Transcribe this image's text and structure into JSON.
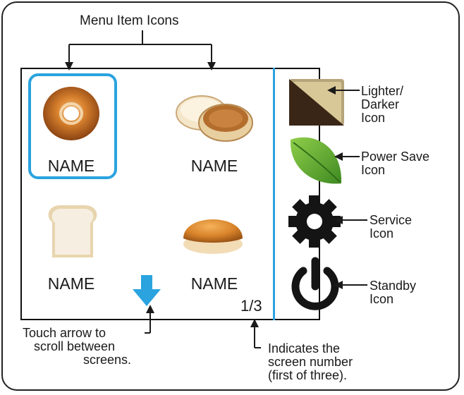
{
  "diagram": {
    "top_label": "Menu Item Icons",
    "menu_items": [
      {
        "name": "NAME",
        "food": "bagel",
        "selected": true
      },
      {
        "name": "NAME",
        "food": "english-muffin",
        "selected": false
      },
      {
        "name": "NAME",
        "food": "bread-slice",
        "selected": false
      },
      {
        "name": "NAME",
        "food": "bun",
        "selected": false
      }
    ],
    "page_indicator": "1/3",
    "right_icons": [
      {
        "icon": "toast-shade-icon",
        "label_lines": [
          "Lighter/",
          "Darker",
          "Icon"
        ]
      },
      {
        "icon": "leaf-icon",
        "label_lines": [
          "Power Save",
          "Icon"
        ]
      },
      {
        "icon": "gear-icon",
        "label_lines": [
          "Service",
          "Icon"
        ]
      },
      {
        "icon": "power-icon",
        "label_lines": [
          "Standby",
          "Icon"
        ]
      }
    ],
    "scroll_note_lines": [
      "Touch arrow to",
      "scroll between",
      "screens."
    ],
    "page_note_lines": [
      "Indicates the",
      "screen number",
      "(first of three)."
    ],
    "colors": {
      "accent": "#2aa3df",
      "leaf": "#5aa532",
      "ink": "#1a1a1a"
    }
  }
}
